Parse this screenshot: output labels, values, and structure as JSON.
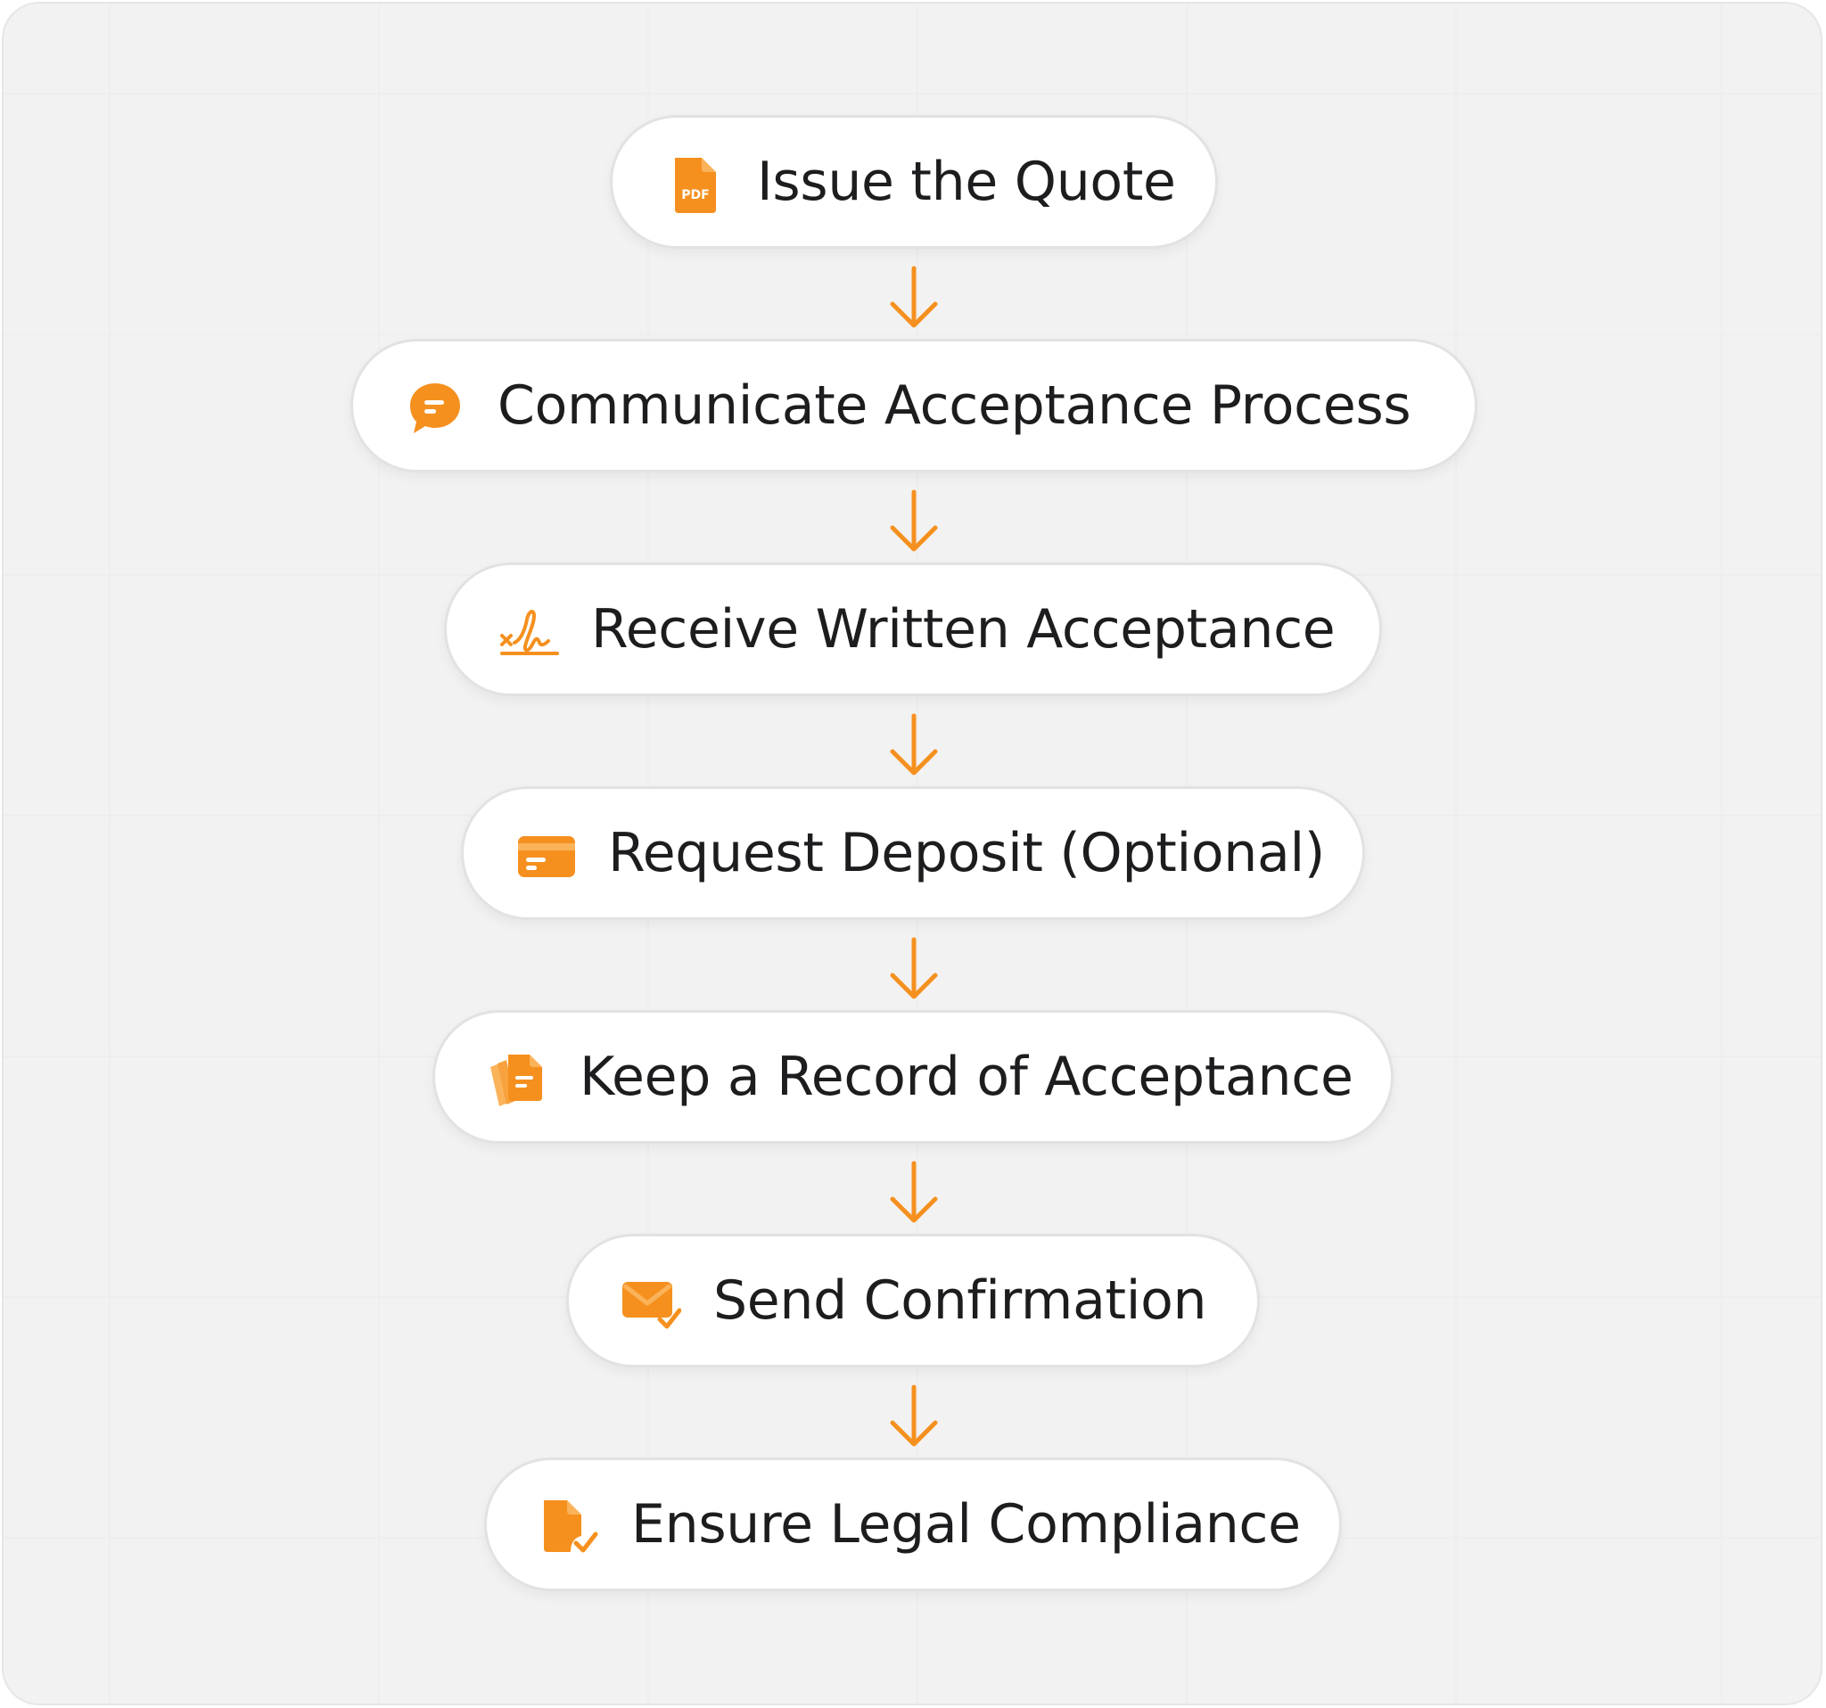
{
  "colors": {
    "accent": "#f5901f",
    "accent_light": "#fbb35a",
    "text": "#1d1d1f",
    "background": "#f3f2f2"
  },
  "steps": [
    {
      "label": "Issue the Quote",
      "icon": "pdf-file-icon"
    },
    {
      "label": "Communicate Acceptance Process",
      "icon": "chat-bubble-icon"
    },
    {
      "label": "Receive Written Acceptance",
      "icon": "signature-icon"
    },
    {
      "label": "Request Deposit (Optional)",
      "icon": "credit-card-icon"
    },
    {
      "label": "Keep a Record of Acceptance",
      "icon": "stacked-documents-icon"
    },
    {
      "label": "Send Confirmation",
      "icon": "envelope-check-icon"
    },
    {
      "label": "Ensure Legal Compliance",
      "icon": "document-check-icon"
    }
  ],
  "icon_text": {
    "pdf": "PDF"
  }
}
